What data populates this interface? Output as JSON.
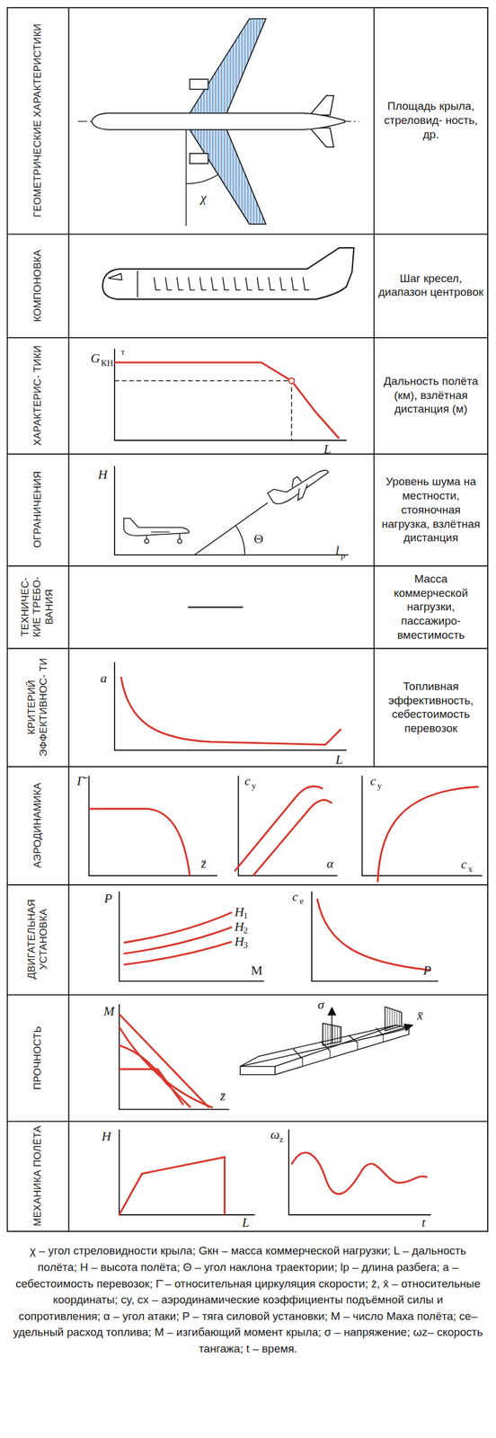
{
  "diagram": {
    "caption": "χ – угол стреловидности крыла; Gкн – масса коммерческой нагрузки; L – дальность полёта; H – высота полёта; Θ – угол наклона траектории; lр – длина разбега; a – себестоимость перевозок; Γ̄ – относительная циркуляция скорости; z̄, x̄ – относительные координаты; cy, cx – аэродинамические коэффициенты подъёмной силы и сопротивления; α – угол атаки; P – тяга силовой установки; M – число Маха полёта; ce– удельный расход топлива; M – изгибающий момент крыла; σ – напряжение; ωz– скорость тангажа; t – время.",
    "labels": [
      "ГЕОМЕТРИЧЕСКИЕ ХАРАКТЕРИСТИКИ",
      "КОМПОНОВКА",
      "ХАРАКТЕРИС- ТИКИ",
      "ОГРАНИЧЕНИЯ",
      "ТЕХНИЧЕС- КИЕ ТРЕБО- ВАНИЯ",
      "КРИТЕРИЙ ЭФФЕКТИВНОС- ТИ",
      "АЭРОДИНАМИКА",
      "ДВИГАТЕЛЬНАЯ УСТАНОВКА",
      "ПРОЧНОСТЬ",
      "МЕХАНИКА ПОЛЁТА",
      "Площадь крыла, стреловид- ность, др.",
      "Шаг кресел, диапазон центровок",
      "Дальность полёта (км), взлётная дистанция (м)",
      "Уровень шума на местности, стояночная нагрузка, взлётная дистанция",
      "Масса коммерческой нагрузки, пассажиро- вместимость",
      "Топливная эффективность, себестоимость перевозок",
      "χ",
      "G",
      "КН,",
      "т",
      "L",
      "H",
      "Θ",
      "l",
      "р",
      "a",
      "L",
      "Γ̄",
      "z̄",
      "c",
      "y",
      "α",
      "c",
      "y",
      "c",
      "x",
      "P",
      "H",
      "1",
      "H",
      "2",
      "H",
      "3",
      "M",
      "c",
      "e",
      "P",
      "M",
      "z̄",
      "σ",
      "x̄",
      "H",
      "L",
      "ω",
      "z",
      "t"
    ]
  }
}
